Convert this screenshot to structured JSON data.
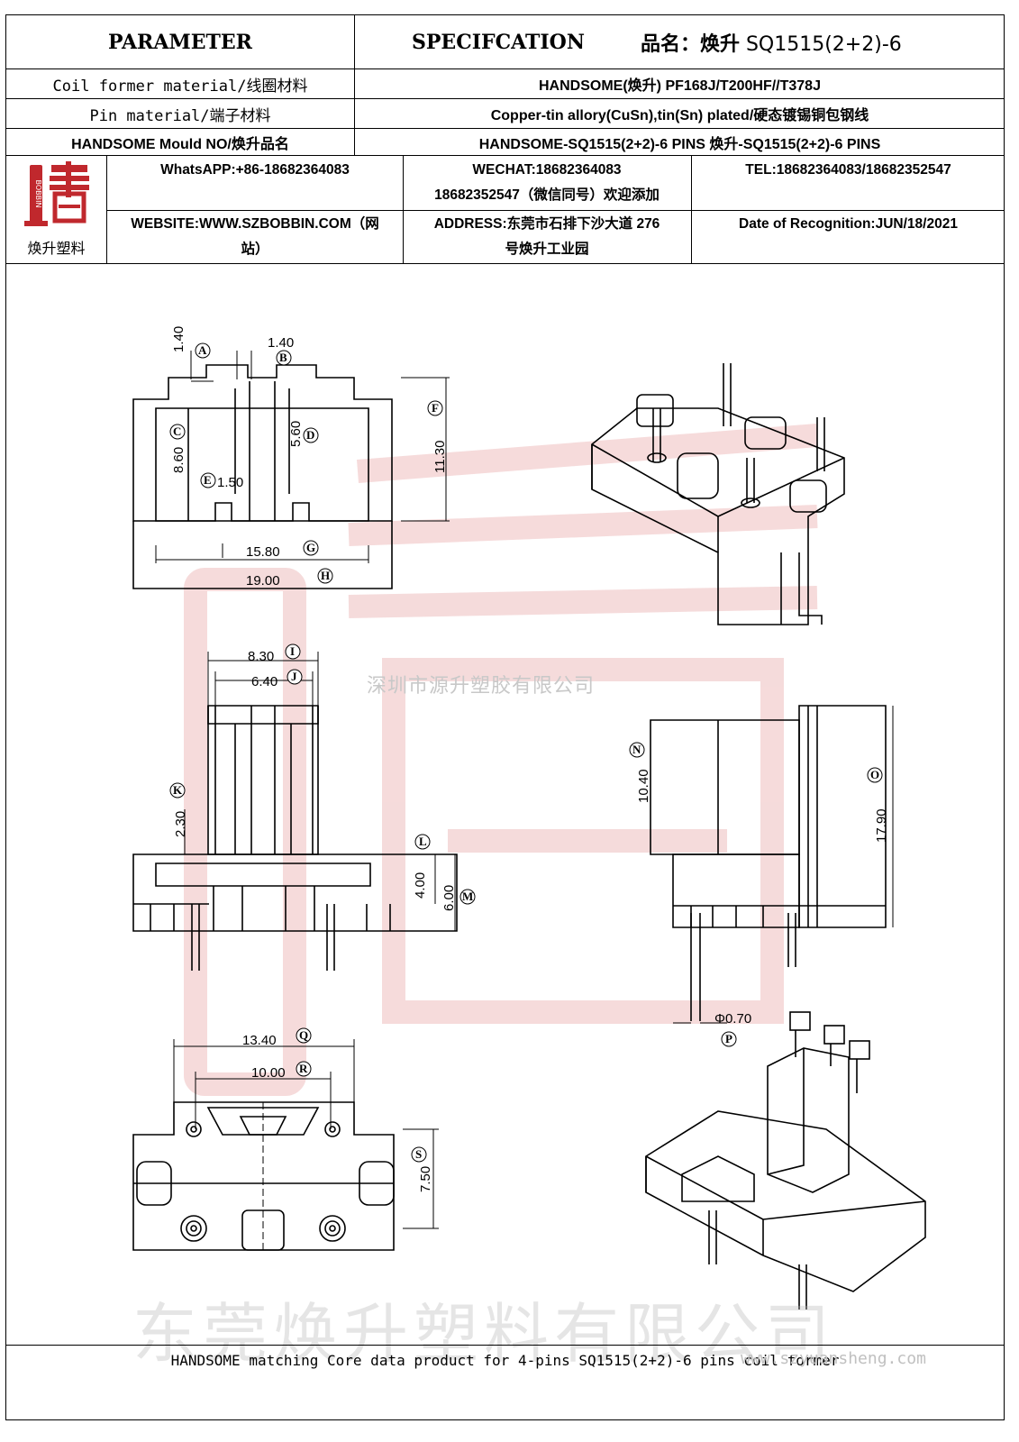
{
  "header": {
    "parameter": "PARAMETER",
    "specification": "SPECIFCATION",
    "product_label": "品名：焕升",
    "product_name": "SQ1515(2+2)-6"
  },
  "rows": [
    {
      "label": "Coil former material/线圈材料",
      "value": "HANDSOME(焕升)   PF168J/T200HF//T378J"
    },
    {
      "label": "Pin material/端子材料",
      "value": "Copper-tin allory(CuSn),tin(Sn) plated/硬态镀锡铜包钢线"
    },
    {
      "label": "HANDSOME Mould NO/焕升品名",
      "value": "HANDSOME-SQ1515(2+2)-6 PINS    焕升-SQ1515(2+2)-6 PINS"
    }
  ],
  "contact": {
    "logo_caption": "焕升塑料",
    "logo_text": "BOBBIN",
    "whatsapp": "WhatsAPP:+86-18682364083",
    "wechat_line1": "WECHAT:18682364083",
    "wechat_line2": "18682352547（微信同号）欢迎添加",
    "tel": "TEL:18682364083/18682352547",
    "website_line1": "WEBSITE:WWW.SZBOBBIN.COM（网",
    "website_line2": "站）",
    "address_line1": "ADDRESS:东莞市石排下沙大道 276",
    "address_line2": "号焕升工业园",
    "date": "Date of Recognition:JUN/18/2021"
  },
  "dimensions": {
    "A": "1.40",
    "B": "1.40",
    "C": "8.60",
    "D": "5.60",
    "E": "1.50",
    "F": "11.30",
    "G": "15.80",
    "H": "19.00",
    "I": "8.30",
    "J": "6.40",
    "K": "2.30",
    "L": "4.00",
    "M": "6.00",
    "N": "10.40",
    "O": "17.90",
    "P": "Φ0.70",
    "Q": "13.40",
    "R": "10.00",
    "S": "7.50"
  },
  "watermarks": {
    "company_small": "深圳市源升塑胶有限公司",
    "company_large": "东莞焕升塑料有限公司",
    "url": "www.szyuansheng.com"
  },
  "footer": "HANDSOME matching Core data  product for 4-pins SQ1515(2+2)-6 pins coil former",
  "colors": {
    "logo_red": "#c0282d",
    "line": "#000000",
    "watermark_red": "#f0c8c8"
  }
}
